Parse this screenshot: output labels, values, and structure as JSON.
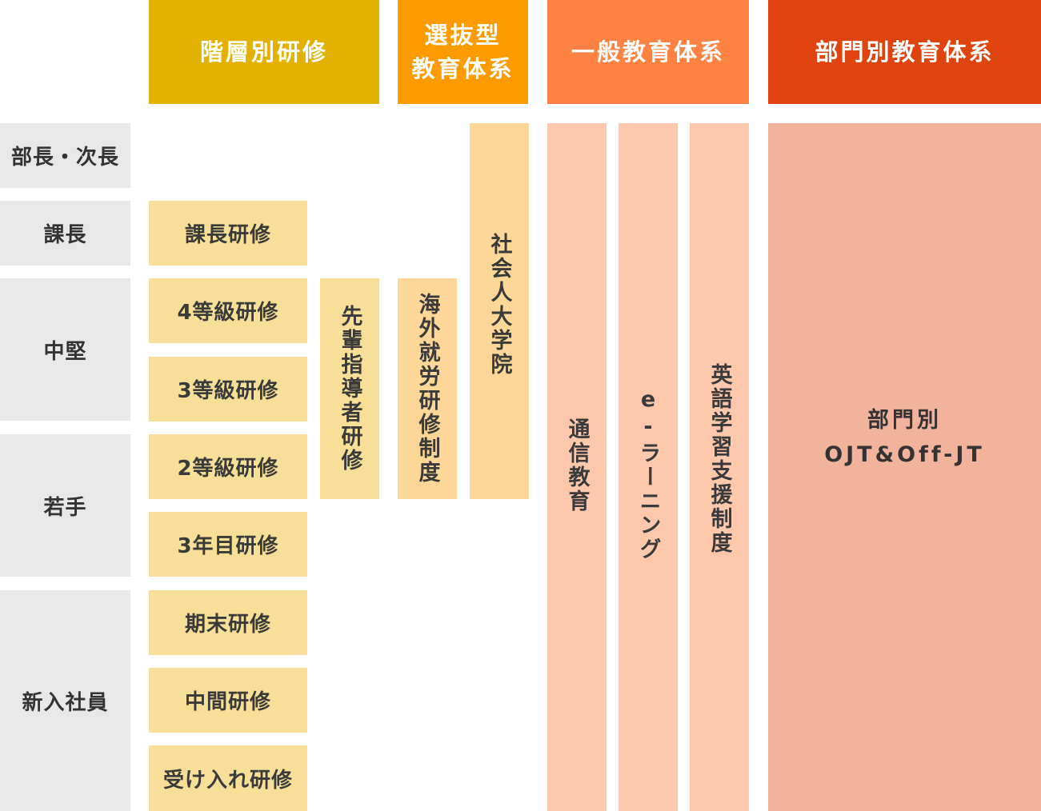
{
  "headers": {
    "hierarchy": "階層別研修",
    "selective_line1": "選抜型",
    "selective_line2": "教育体系",
    "general": "一般教育体系",
    "department": "部門別教育体系"
  },
  "levels": {
    "bucho": "部長・次長",
    "kacho": "課長",
    "chuken": "中堅",
    "wakate": "若手",
    "shinnyu": "新入社員"
  },
  "hierarchy_courses": {
    "kacho": "課長研修",
    "grade4": "4等級研修",
    "grade3": "3等級研修",
    "grade2": "2等級研修",
    "year3": "3年目研修",
    "term_end": "期末研修",
    "mid_term": "中間研修",
    "induction": "受け入れ研修"
  },
  "vertical_programs": {
    "mentor": "先輩指導者研修",
    "overseas": "海外就労研修制度",
    "graduate": "社会人大学院",
    "correspondence": "通信教育",
    "elearning": "e-ラーニング",
    "english": "英語学習支援制度"
  },
  "department_program": {
    "line1": "部門別",
    "line2": "OJT&Off-JT"
  },
  "colors": {
    "hierarchy_header": "#e3b100",
    "selective_header": "#fd9b00",
    "general_header": "#fe8342",
    "department_header": "#e0440e",
    "level_bg": "#e8e8e8",
    "hierarchy_course_bg": "#f7df98",
    "selective_bar_bg": "#fdd797",
    "general_bar_bg": "#fec8ad",
    "department_bg": "#f2b39d"
  }
}
